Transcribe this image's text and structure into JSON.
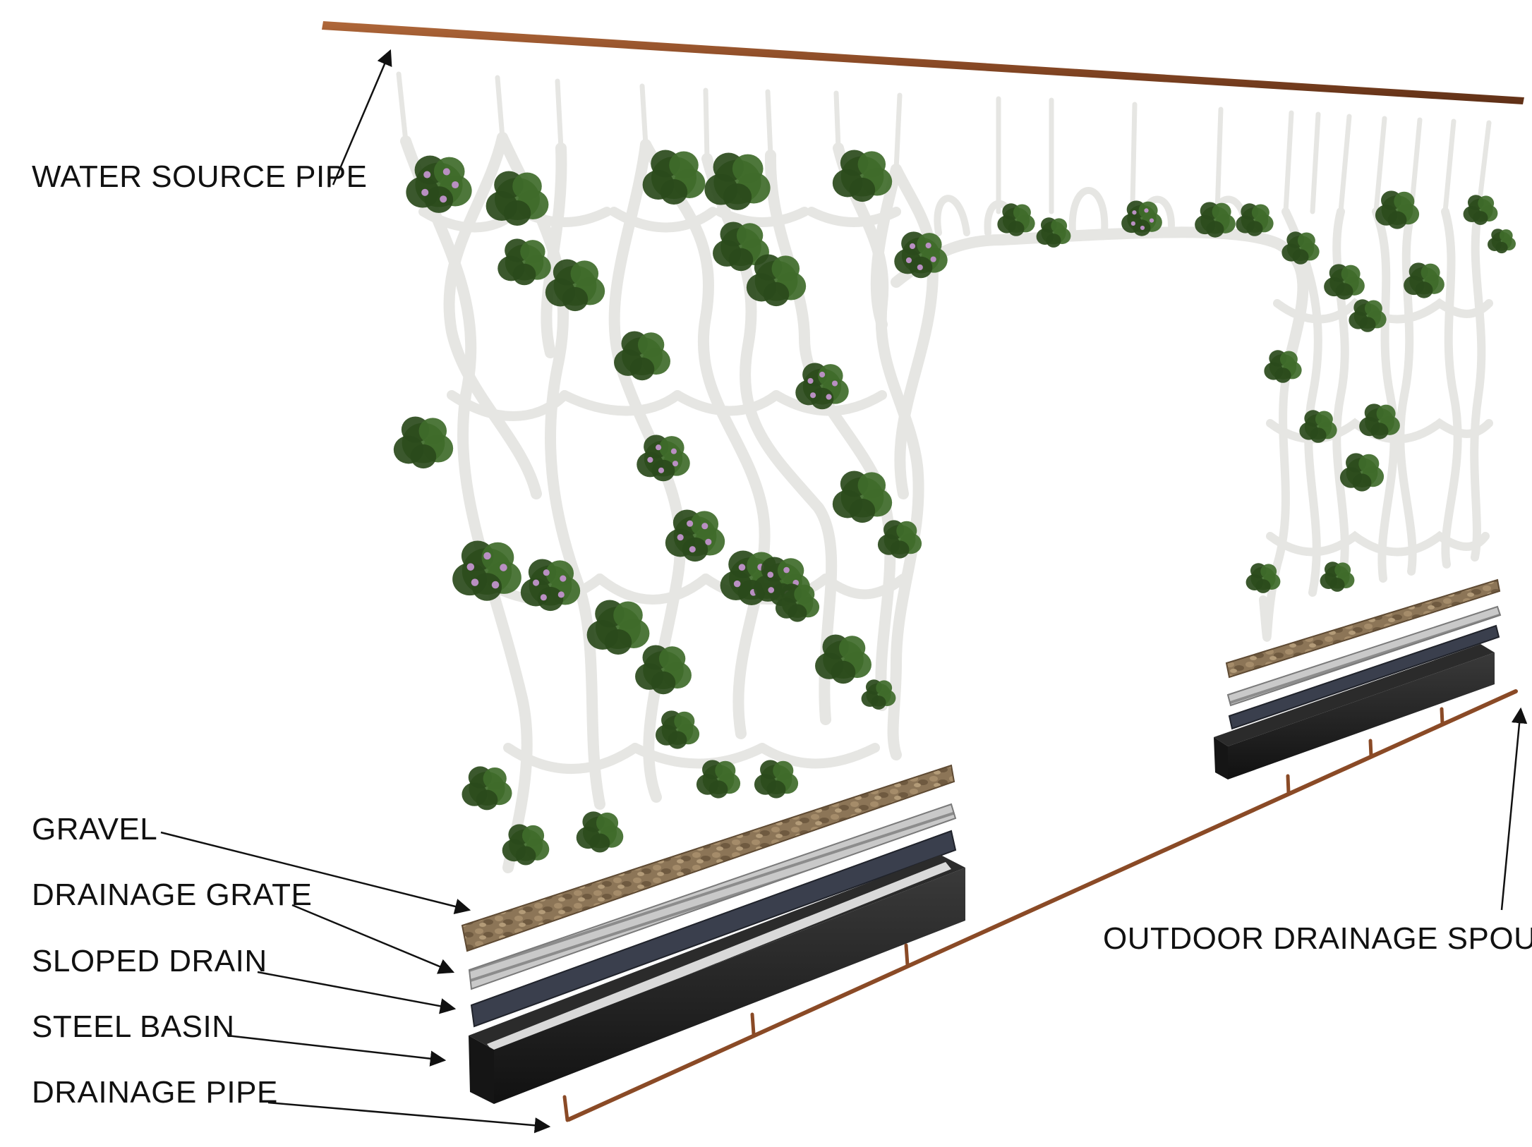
{
  "labels": {
    "water_source_pipe": "WATER SOURCE PIPE",
    "gravel": "GRAVEL",
    "drainage_grate": "DRAINAGE GRATE",
    "sloped_drain": "SLOPED DRAIN",
    "steel_basin": "STEEL BASIN",
    "drainage_pipe": "DRAINAGE PIPE",
    "outdoor_drainage_spout": "OUTDOOR DRAINAGE SPOUT"
  },
  "colors": {
    "pipe": "#8a4a26",
    "lattice": "#ededeb",
    "lattice_shadow": "#cfcfcc",
    "foliage": "#3f6b2a",
    "foliage_dark": "#2a4a1b",
    "flower": "#b98fc2",
    "gravel": "#8c7557",
    "grate": "#b5b5b5",
    "drain": "#3a3f4d",
    "basin": "#1f1f1f",
    "arrow": "#111111"
  }
}
